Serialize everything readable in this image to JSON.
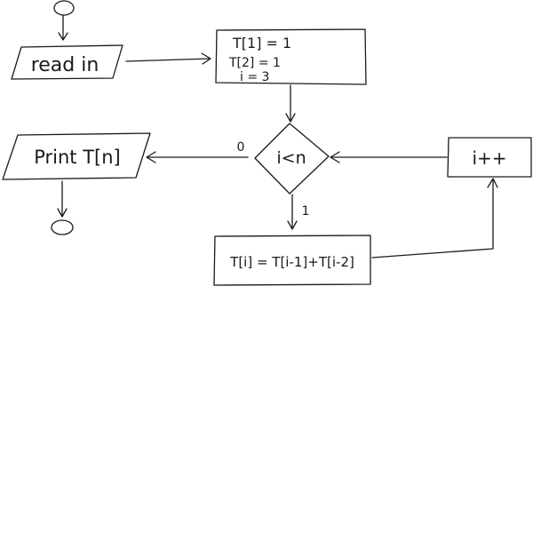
{
  "nodes": {
    "read_in": {
      "label": "read in"
    },
    "init": {
      "lines": [
        "T[1] = 1",
        "T[2] = 1",
        "i = 3"
      ]
    },
    "condition": {
      "label": "i<n"
    },
    "increment": {
      "label": "i++"
    },
    "print": {
      "label": "Print T[n]"
    },
    "recurrence": {
      "label": "T[i] = T[i-1]+T[i-2]"
    }
  },
  "edges": {
    "false_label": "0",
    "true_label": "1"
  }
}
